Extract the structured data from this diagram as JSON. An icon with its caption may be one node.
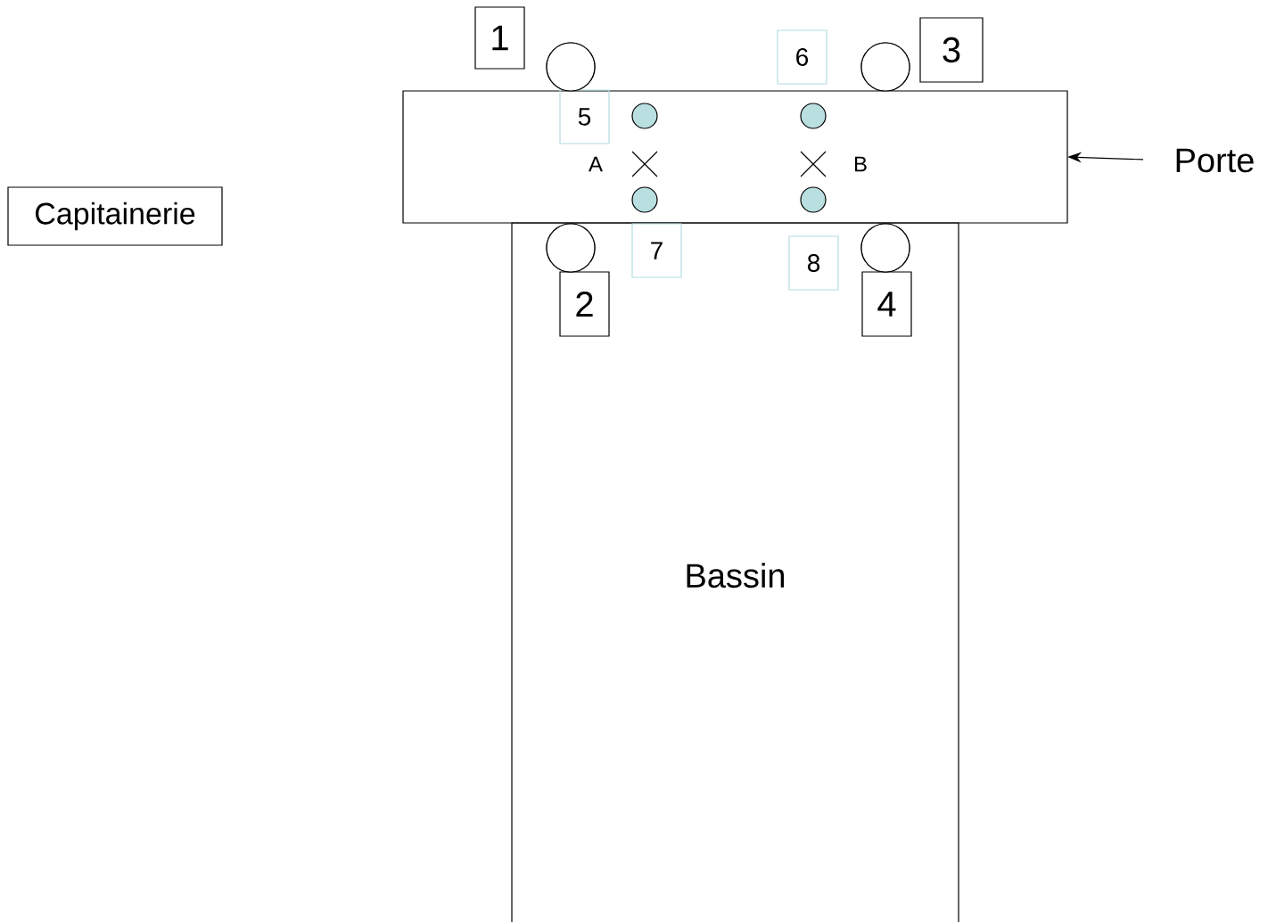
{
  "diagram": {
    "nodes": [
      {
        "text": [
          "Capitainerie"
        ]
      },
      {
        "text": [],
        "shape": "box"
      },
      {
        "text": [
          "Bassin"
        ]
      },
      {
        "text": [
          "1"
        ]
      },
      {
        "text": [
          "2"
        ],
        "in": 2
      },
      {
        "text": [
          "3"
        ]
      },
      {
        "text": [
          "4"
        ],
        "in": 2
      },
      {
        "text": [
          "5"
        ],
        "in": 1
      },
      {
        "text": [
          "6"
        ]
      },
      {
        "text": [
          "7"
        ],
        "in": 2
      },
      {
        "text": [
          "8"
        ],
        "in": 2
      },
      {
        "text": [
          "Porte"
        ]
      }
    ],
    "edges": [
      {
        "from": 11,
        "to": 1,
        "arrow": "to"
      }
    ],
    "labels": [
      "A",
      "B"
    ]
  }
}
